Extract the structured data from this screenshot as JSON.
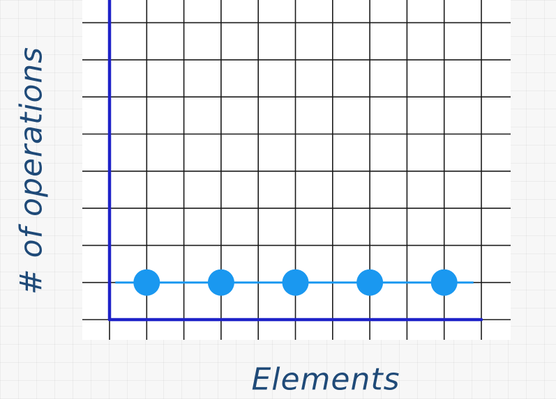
{
  "chart_data": {
    "type": "line",
    "title": "",
    "xlabel": "Elements",
    "ylabel": "# of operations",
    "x": [
      1,
      3,
      5,
      7,
      9
    ],
    "y": [
      1,
      1,
      1,
      1,
      1
    ],
    "xlim": [
      0,
      10
    ],
    "ylim": [
      0,
      8.5
    ],
    "grid": true,
    "legend": "none",
    "colors": {
      "axis": "#1e22c8",
      "series": "#1a98f0",
      "grid": "#1a1a1a",
      "label": "#1f4a78"
    }
  }
}
